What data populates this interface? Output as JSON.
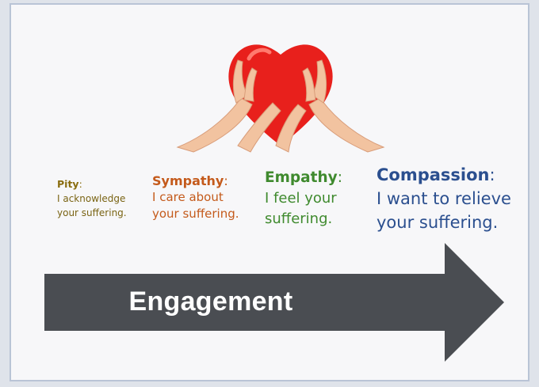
{
  "levels": [
    {
      "term": "Pity",
      "colon": ":",
      "line1": "I acknowledge",
      "line2": "your suffering."
    },
    {
      "term": "Sympathy",
      "colon": ":",
      "line1": "I care about",
      "line2": "your suffering."
    },
    {
      "term": "Empathy",
      "colon": ":",
      "line1": "I feel your",
      "line2": "suffering."
    },
    {
      "term": "Compassion",
      "colon": ":",
      "line1": "I want to relieve",
      "line2": "your suffering."
    }
  ],
  "arrow": {
    "label": "Engagement"
  },
  "colors": {
    "pity": "#8a6d10",
    "sympathy": "#c45a1b",
    "empathy": "#3f8a2e",
    "compassion": "#2b4f8f",
    "arrow": "#4a4d52",
    "heart": "#e8201c"
  },
  "icons": {
    "hero": "heart-held-by-hands-icon",
    "arrow": "right-arrow-shape"
  }
}
